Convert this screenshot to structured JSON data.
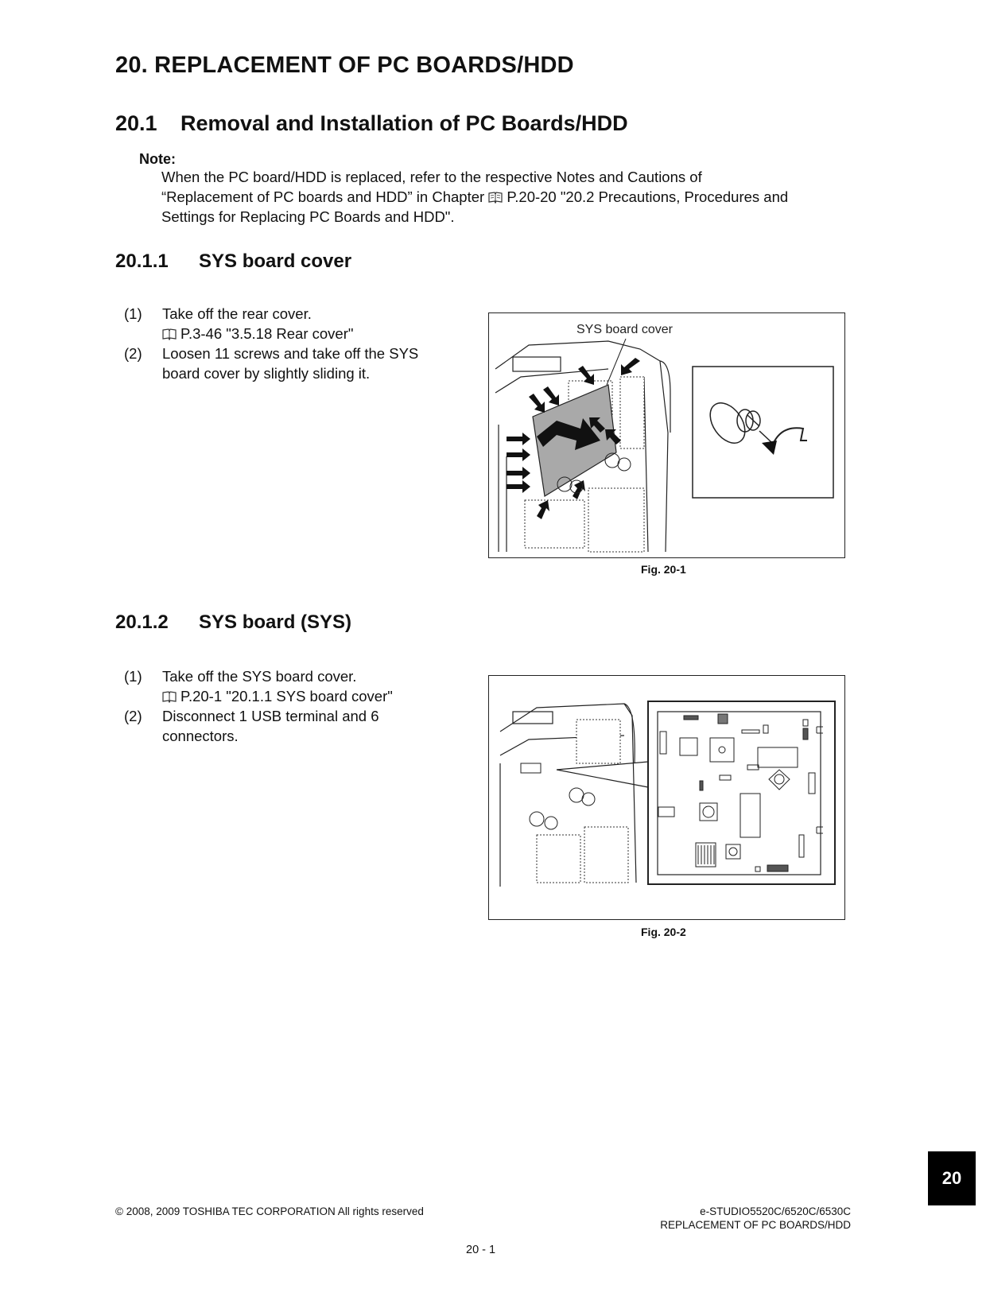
{
  "chapter_title": "20. REPLACEMENT OF PC BOARDS/HDD",
  "section": {
    "number": "20.1",
    "title": "Removal and Installation of PC Boards/HDD"
  },
  "note": {
    "label": "Note:",
    "line1": "When the PC board/HDD is replaced, refer to the respective Notes and Cautions of",
    "line2_a": "“Replacement of PC boards and HDD” in Chapter",
    "line2_b": "P.20-20 \"20.2 Precautions, Procedures and",
    "line3": "Settings for Replacing PC Boards and HDD\"."
  },
  "sub1": {
    "number": "20.1.1",
    "title": "SYS board cover",
    "steps": [
      {
        "n": "(1)",
        "line1": "Take off the rear cover.",
        "ref": "P.3-46 \"3.5.18 Rear cover\""
      },
      {
        "n": "(2)",
        "line1": "Loosen 11 screws and take off the SYS",
        "line2": "board cover by slightly sliding it."
      }
    ],
    "figure": {
      "label": "SYS board cover",
      "caption": "Fig. 20-1"
    }
  },
  "sub2": {
    "number": "20.1.2",
    "title": "SYS board (SYS)",
    "steps": [
      {
        "n": "(1)",
        "line1": "Take off the SYS board cover.",
        "ref": "P.20-1 \"20.1.1 SYS board cover\""
      },
      {
        "n": "(2)",
        "line1": "Disconnect 1 USB terminal and 6",
        "line2": "connectors."
      }
    ],
    "figure": {
      "caption": "Fig. 20-2"
    }
  },
  "tab_number": "20",
  "footer": {
    "copyright": "© 2008, 2009 TOSHIBA TEC CORPORATION All rights reserved",
    "model": "e-STUDIO5520C/6520C/6530C",
    "chapter": "REPLACEMENT OF PC BOARDS/HDD",
    "page": "20 - 1"
  }
}
